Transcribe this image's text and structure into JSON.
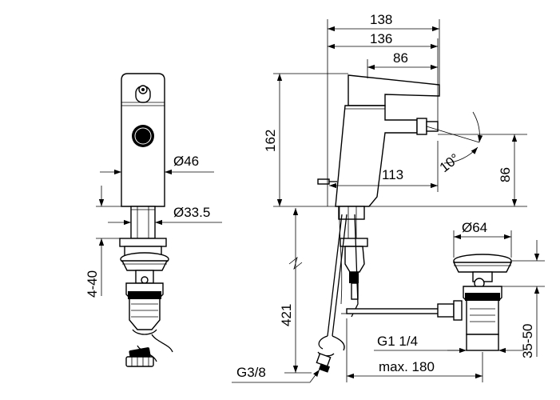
{
  "dimensions": {
    "width_138": "138",
    "width_136": "136",
    "width_86_top": "86",
    "height_162": "162",
    "diameter_46": "Ø46",
    "diameter_33_5": "Ø33.5",
    "depth_113": "113",
    "height_86_right": "86",
    "angle_10": "10°",
    "range_4_40": "4-40",
    "height_421": "421",
    "diameter_64": "Ø64",
    "thread_g1_1_4": "G1 1/4",
    "range_35_50": "35-50",
    "thread_g3_8": "G3/8",
    "max_180": "max. 180"
  }
}
